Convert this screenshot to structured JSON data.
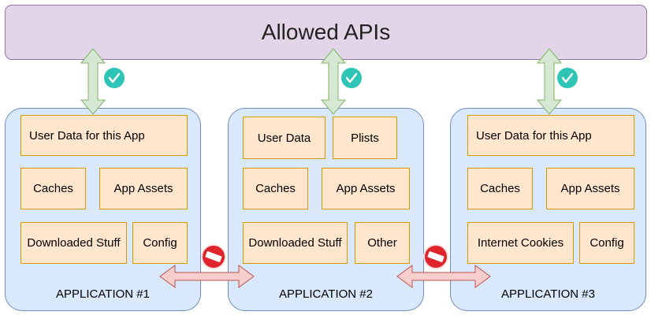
{
  "header": {
    "title": "Allowed APIs"
  },
  "colors": {
    "api_bar": "#e1d5e7",
    "app_container": "#dae8fc",
    "data_box": "#ffe6cc",
    "access_arrow": "#d5e8d4",
    "denied_arrow": "#f8cecc",
    "check_badge": "#2ec4b6",
    "deny_badge": "#e0242c"
  },
  "icons": {
    "allowed": "check-circle-icon",
    "denied": "no-entry-icon"
  },
  "apps": [
    {
      "label": "APPLICATION #1",
      "boxes": [
        "User Data for this App",
        "Caches",
        "App Assets",
        "Downloaded Stuff",
        "Config"
      ]
    },
    {
      "label": "APPLICATION #2",
      "boxes": [
        "User Data",
        "Plists",
        "Caches",
        "App Assets",
        "Downloaded Stuff",
        "Other"
      ]
    },
    {
      "label": "APPLICATION #3",
      "boxes": [
        "User Data for this App",
        "Caches",
        "App Assets",
        "Internet Cookies",
        "Config"
      ]
    }
  ]
}
